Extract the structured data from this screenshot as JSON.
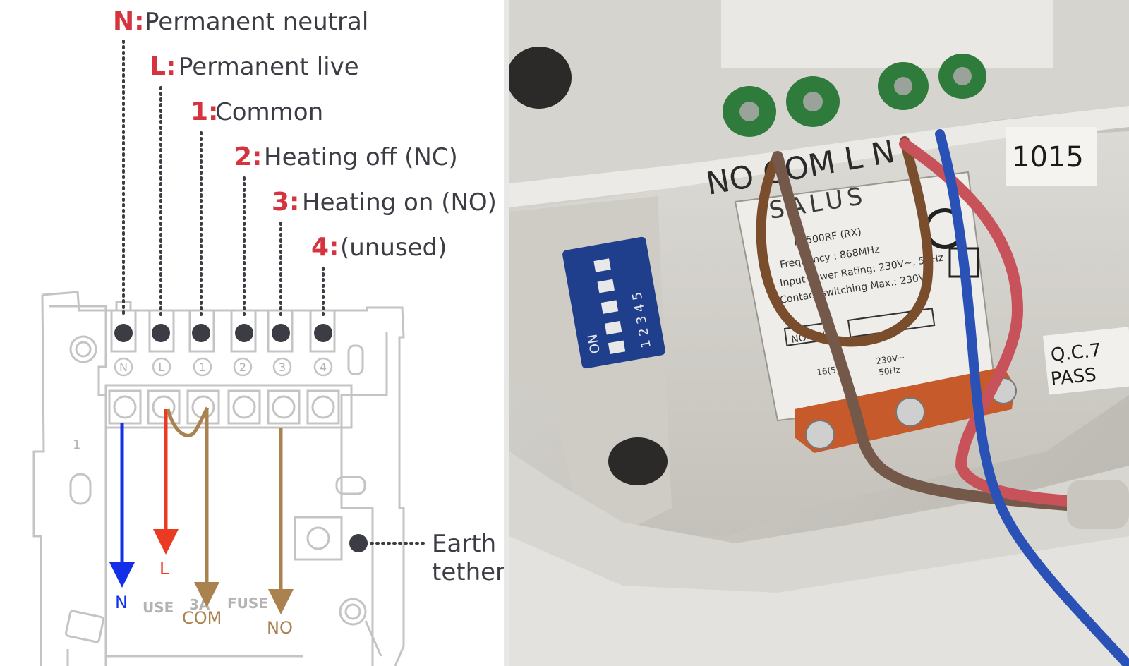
{
  "legend": [
    {
      "key": "N:",
      "desc": "Permanent neutral"
    },
    {
      "key": "L:",
      "desc": "Permanent live"
    },
    {
      "key": "1:",
      "desc": "Common"
    },
    {
      "key": "2:",
      "desc": "Heating off (NC)"
    },
    {
      "key": "3:",
      "desc": "Heating on (NO)"
    },
    {
      "key": "4:",
      "desc": "(unused)"
    }
  ],
  "terminals": [
    "N",
    "L",
    "1",
    "2",
    "3",
    "4"
  ],
  "wire_labels": {
    "n": "N",
    "l": "L",
    "com": "COM",
    "no": "NO"
  },
  "board_text": {
    "use_left": "USE",
    "amp": "3A",
    "fuse": "FUSE",
    "one": "1"
  },
  "earth": {
    "line1": "Earth",
    "line2": "tether"
  },
  "photo_labels": {
    "terminal_strip": "NO COM L N",
    "brand": "SALUS",
    "model": "RT500RF (RX)",
    "frequency": "Frequency : 868MHz",
    "power_rating": "Input Power Rating: 230V~, 50Hz",
    "switching": "Contact switching Max.: 230V~",
    "dip_on": "ON",
    "dip_numbers": "1 2 3 4 5",
    "sticker_number": "1015",
    "qc_line1": "Q.C.7",
    "qc_line2": "PASS",
    "wiring_mini": "NO  L  N",
    "mini_voltage": "230V~",
    "mini_freq": "50Hz",
    "mini_current": "16(5)A"
  },
  "colors": {
    "accent_red": "#d6333f",
    "legend_text": "#3c3c44",
    "dotted_line": "#3c3c44",
    "neutral_wire": "#1330e8",
    "live_wire": "#ea3a22",
    "common_wire": "#a9824f",
    "board_outline": "#c4c4c4"
  }
}
